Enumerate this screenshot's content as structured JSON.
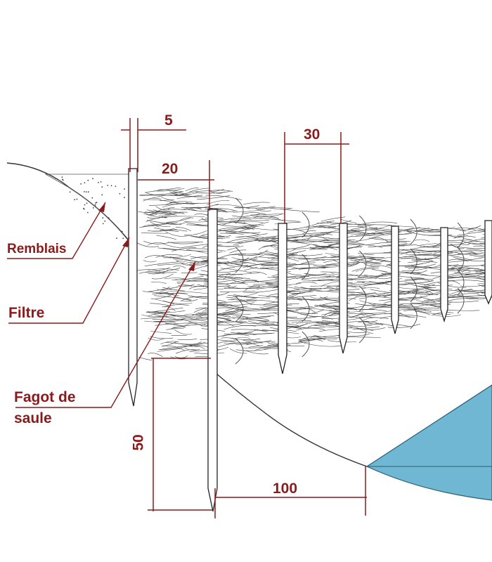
{
  "labels": {
    "remblais": "Remblais",
    "filtre": "Filtre",
    "fagot_line1": "Fagot de",
    "fagot_line2": "saule"
  },
  "dimensions": {
    "d5": "5",
    "d20": "20",
    "d30": "30",
    "d50": "50",
    "d100": "100"
  },
  "colors": {
    "annotation": "#8b1a1a",
    "water": "#6fb7d3",
    "sketch": "#333333"
  }
}
